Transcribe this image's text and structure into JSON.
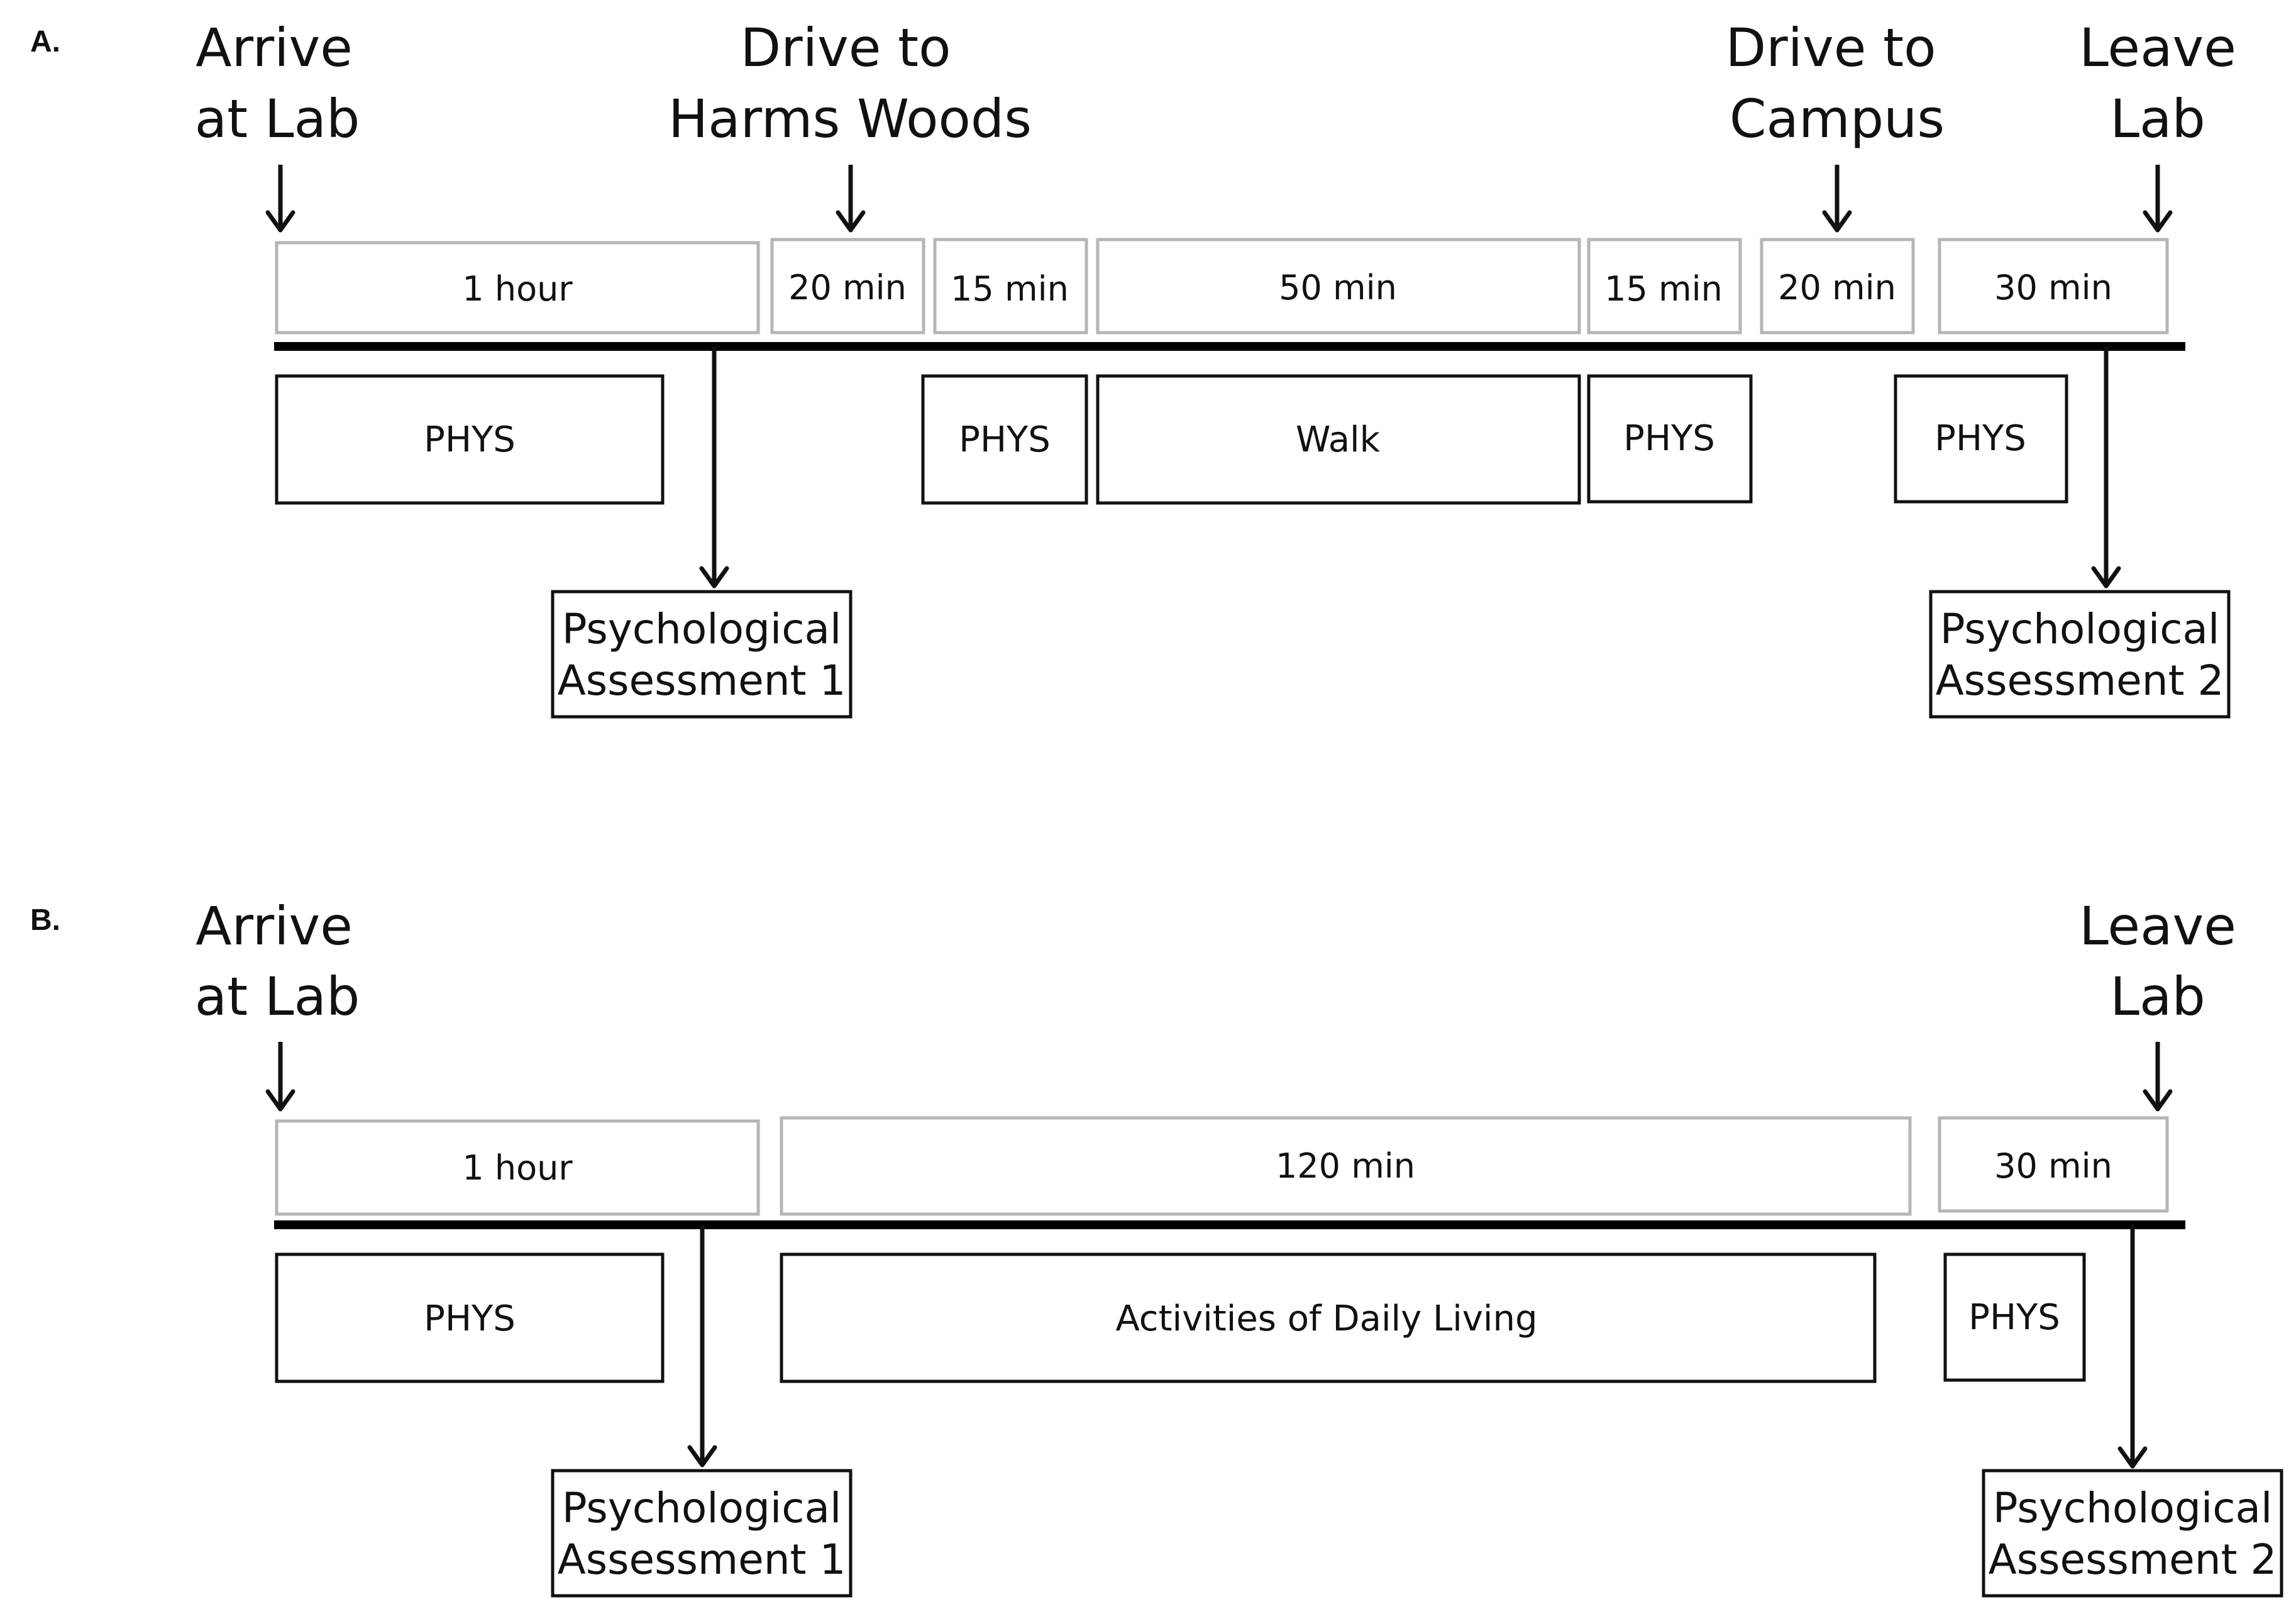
{
  "panels": [
    {
      "letter": "A.",
      "events": [
        {
          "lines": [
            "Arrive",
            "at Lab"
          ]
        },
        {
          "lines": [
            "Drive to",
            "Harms Woods"
          ]
        },
        {
          "lines": [
            "Drive to",
            "Campus"
          ]
        },
        {
          "lines": [
            "Leave",
            "Lab"
          ]
        }
      ],
      "durations": [
        "1 hour",
        "20 min",
        "15 min",
        "50 min",
        "15 min",
        "20 min",
        "30 min"
      ],
      "activities": [
        "PHYS",
        "PHYS",
        "Walk",
        "PHYS",
        "PHYS"
      ],
      "assessments": [
        {
          "lines": [
            "Psychological",
            "Assessment 1"
          ]
        },
        {
          "lines": [
            "Psychological",
            "Assessment 2"
          ]
        }
      ]
    },
    {
      "letter": "B.",
      "events": [
        {
          "lines": [
            "Arrive",
            "at Lab"
          ]
        },
        {
          "lines": [
            "Leave",
            "Lab"
          ]
        }
      ],
      "durations": [
        "1 hour",
        "120 min",
        "30 min"
      ],
      "activities": [
        "PHYS",
        "Activities of Daily Living",
        "PHYS"
      ],
      "assessments": [
        {
          "lines": [
            "Psychological",
            "Assessment 1"
          ]
        },
        {
          "lines": [
            "Psychological",
            "Assessment 2"
          ]
        }
      ]
    }
  ]
}
